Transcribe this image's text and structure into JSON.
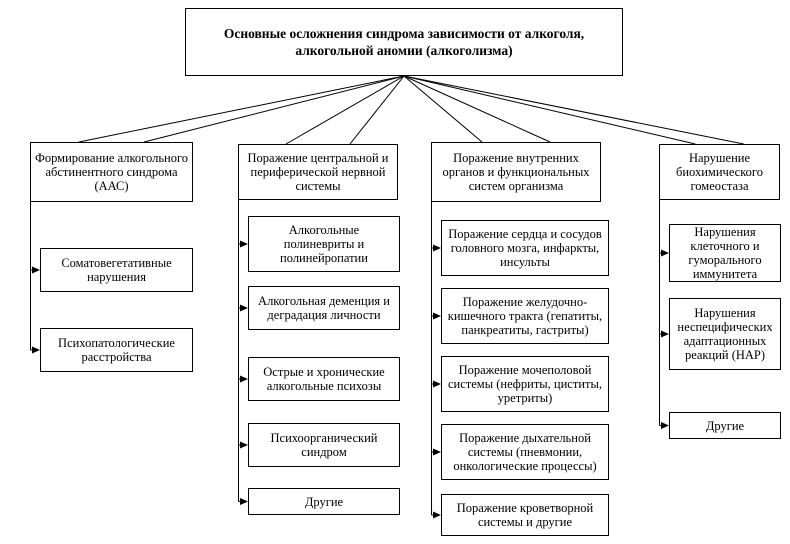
{
  "title": "Основные осложнения синдрома зависимости от алкоголя, алкогольной аномии (алкоголизма)",
  "colors": {
    "border": "#000000",
    "background": "#ffffff",
    "text": "#000000"
  },
  "columns": [
    {
      "header": "Формирование алкогольного абстинентного синдрома (ААС)",
      "items": [
        "Соматовегетативные нарушения",
        "Психопатологические расстройства"
      ]
    },
    {
      "header": "Поражение центральной и периферической нервной системы",
      "items": [
        "Алкогольные полиневриты и полинейропатии",
        "Алкогольная деменция и деградация личности",
        "Острые и хронические алкогольные психозы",
        "Психоорганический синдром",
        "Другие"
      ]
    },
    {
      "header": "Поражение внутренних органов и функциональных систем организма",
      "items": [
        "Поражение сердца и сосудов головного мозга, инфаркты, инсульты",
        "Поражение желудочно-кишечного тракта (гепатиты, панкреатиты, гастриты)",
        "Поражение мочеполовой системы (нефриты, циститы, уретриты)",
        "Поражение дыхательной системы (пневмонии, онкологические процессы)",
        "Поражение кроветворной системы и другие"
      ]
    },
    {
      "header": "Нарушение биохимического гомеостаза",
      "items": [
        "Нарушения клеточного и гуморального иммунитета",
        "Нарушения неспецифических адаптационных реакций (НАР)",
        "Другие"
      ]
    }
  ]
}
